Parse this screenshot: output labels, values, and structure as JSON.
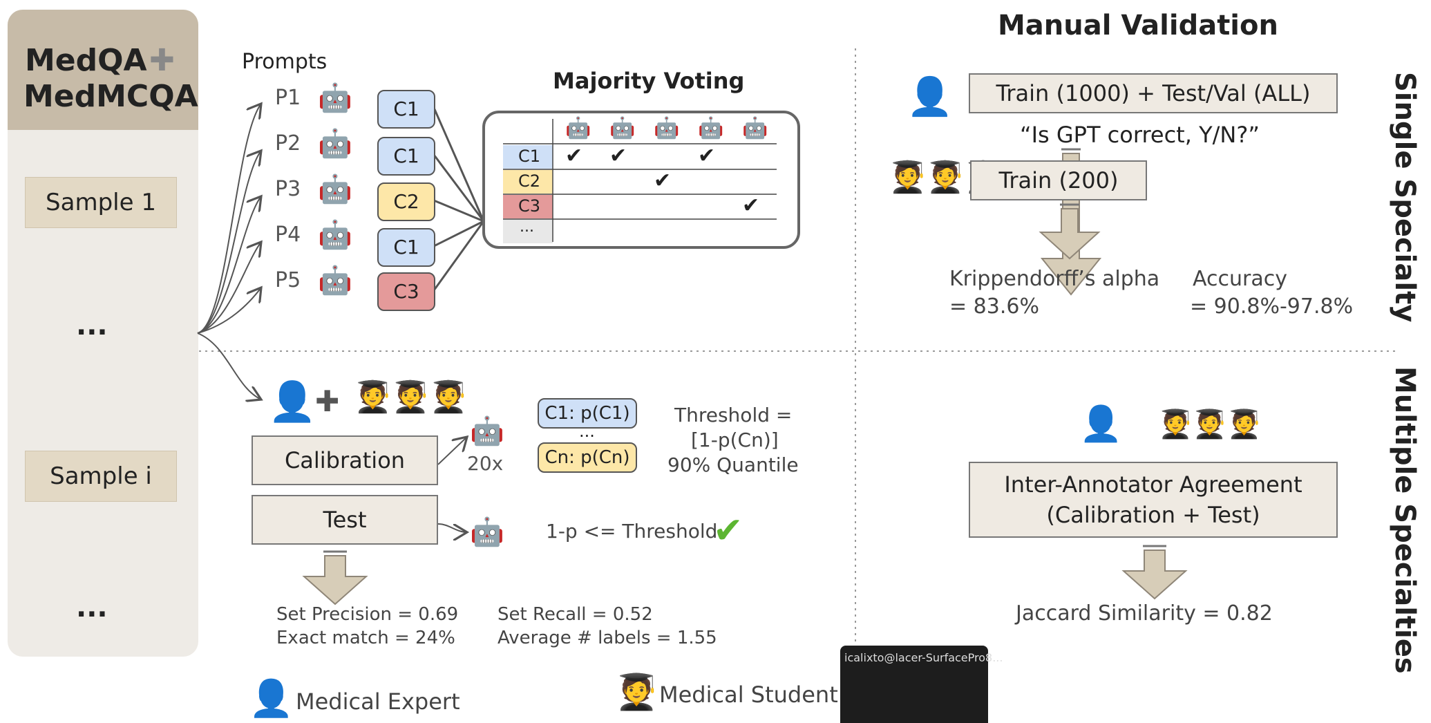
{
  "sidebar": {
    "title_line1": "MedQA",
    "title_line2": "MedMCQA",
    "sample1": "Sample 1",
    "sample_i": "Sample i",
    "ellipsis": "..."
  },
  "prompts": {
    "header": "Prompts",
    "items": [
      "P1",
      "P2",
      "P3",
      "P4",
      "P5"
    ],
    "answers": [
      "C1",
      "C1",
      "C2",
      "C1",
      "C3"
    ]
  },
  "voting": {
    "title": "Majority Voting",
    "rows": [
      "C1",
      "C2",
      "C3",
      "..."
    ]
  },
  "calibration": {
    "calibration_label": "Calibration",
    "test_label": "Test",
    "repeat": "20x",
    "c1": "C1: p(C1)",
    "dots": "...",
    "cn": "Cn: p(Cn)",
    "threshold_line1": "Threshold =",
    "threshold_line2": "[1-p(Cn)]",
    "threshold_line3": "90% Quantile",
    "rule": "1-p <= Threshold",
    "set_precision": "Set Precision = 0.69",
    "exact_match": "Exact match = 24%",
    "set_recall": "Set Recall = 0.52",
    "avg_labels": "Average # labels = 1.55"
  },
  "manual": {
    "title": "Manual Validation",
    "train_all": "Train (1000) + Test/Val (ALL)",
    "question": "“Is GPT correct, Y/N?”",
    "train_200": "Train (200)",
    "kripp_line1": "Krippendorff’s alpha",
    "kripp_line2": "= 83.6%",
    "acc_line1": "Accuracy",
    "acc_line2": "= 90.8%-97.8%",
    "single": "Single Specialty",
    "multiple": "Multiple Specialties",
    "iaa_line1": "Inter-Annotator Agreement",
    "iaa_line2": "(Calibration + Test)",
    "jaccard": "Jaccard Similarity = 0.82"
  },
  "legend": {
    "expert": "Medical Expert",
    "student": "Medical Student"
  },
  "terminal": {
    "title": "icalixto@lacer-SurfacePro8..."
  },
  "colors": {
    "blue": "#cfe0f7",
    "yellow": "#fde7a8",
    "red": "#e49a9a",
    "arrow": "#d7cdb8"
  }
}
